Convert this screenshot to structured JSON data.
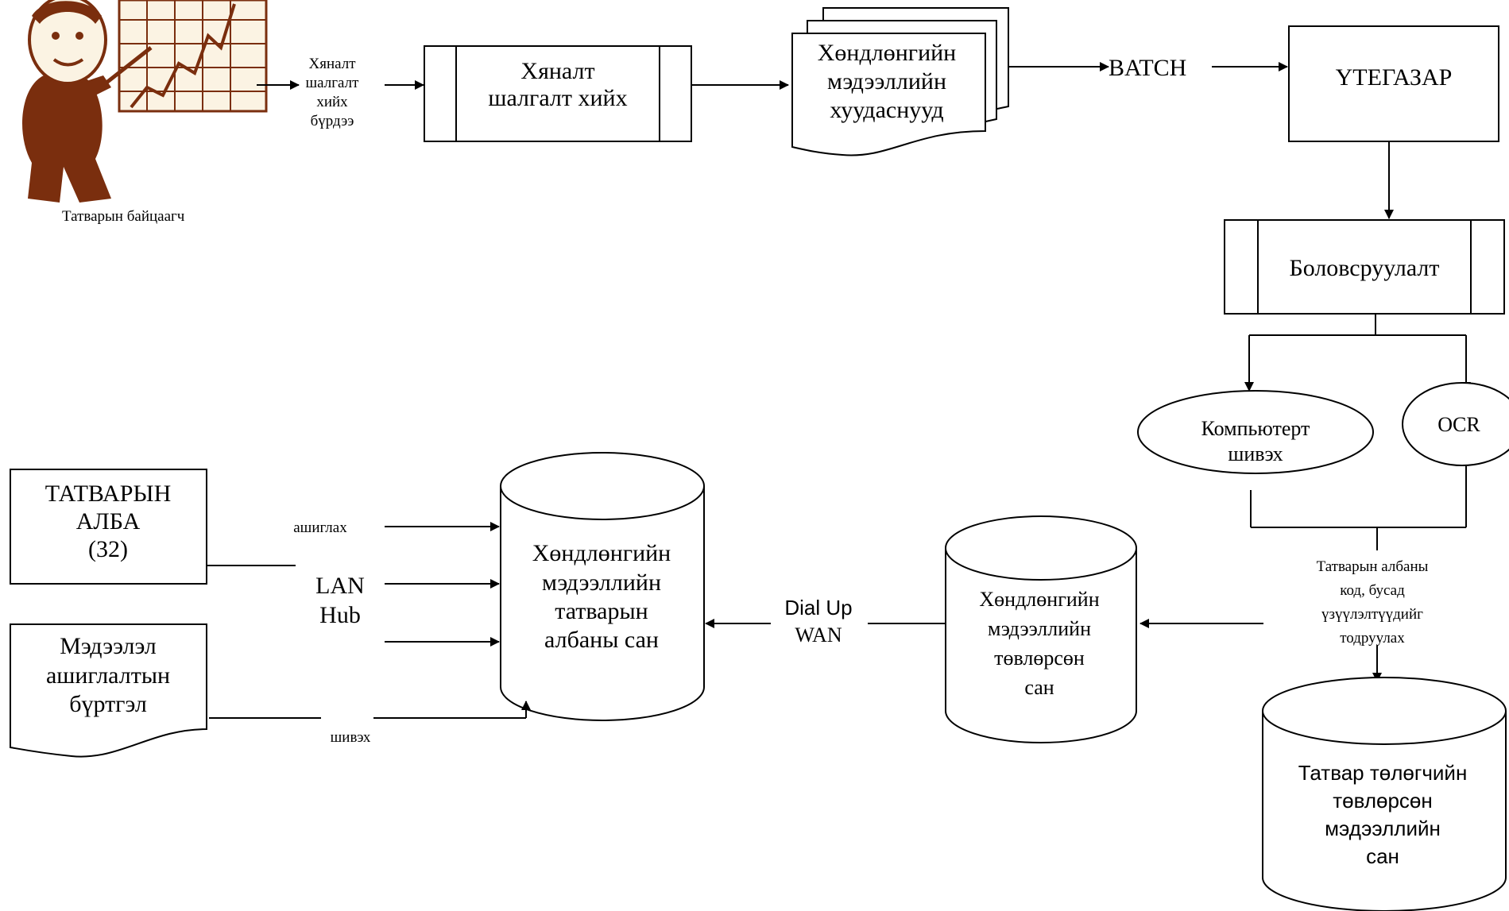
{
  "inspector": {
    "caption": "Татварын байцаагч"
  },
  "flow_label_check_report": [
    "Хяналт",
    "шалгалт",
    "хийх",
    "бүрдээ"
  ],
  "process_check": [
    "Хяналт",
    "шалгалт хийх"
  ],
  "independent_pages": [
    "Хөндлөнгийн",
    "мэдээллийн",
    "хуудаснууд"
  ],
  "batch_label": "BATCH",
  "registry_box": "ҮТЕГАЗАР",
  "processing_box": "Боловсруулалт",
  "computer_entry": [
    "Компьютерт",
    "шивэх"
  ],
  "ocr": "OCR",
  "tax_office_code_note": [
    "Татварын албаны",
    "код, бусад",
    "үзүүлэлтүүдийг",
    "тодруулах"
  ],
  "central_taxpayer_db": [
    "Татвар төлөгчийн",
    "төвлөрсөн",
    "мэдээллийн",
    "сан"
  ],
  "central_independent_db": [
    "Хөндлөнгийн",
    "мэдээллийн",
    "төвлөрсөн",
    "сан"
  ],
  "dial_up": [
    "Dial Up",
    "WAN"
  ],
  "office_db": [
    "Хөндлөнгийн",
    "мэдээллийн",
    "татварын",
    "албаны сан"
  ],
  "tax_office_box": [
    "ТАТВАРЫН",
    "АЛБА",
    "(32)"
  ],
  "usage_register": [
    "Мэдээлэл",
    "ашиглалтын",
    "бүртгэл"
  ],
  "use_label": "ашиглах",
  "lan_hub": [
    "LAN",
    "Hub"
  ],
  "entry_label": "шивэх",
  "colors": {
    "figure_brown": "#7a2e0e",
    "chart_paper": "#fbf3e3",
    "line": "#000000"
  }
}
